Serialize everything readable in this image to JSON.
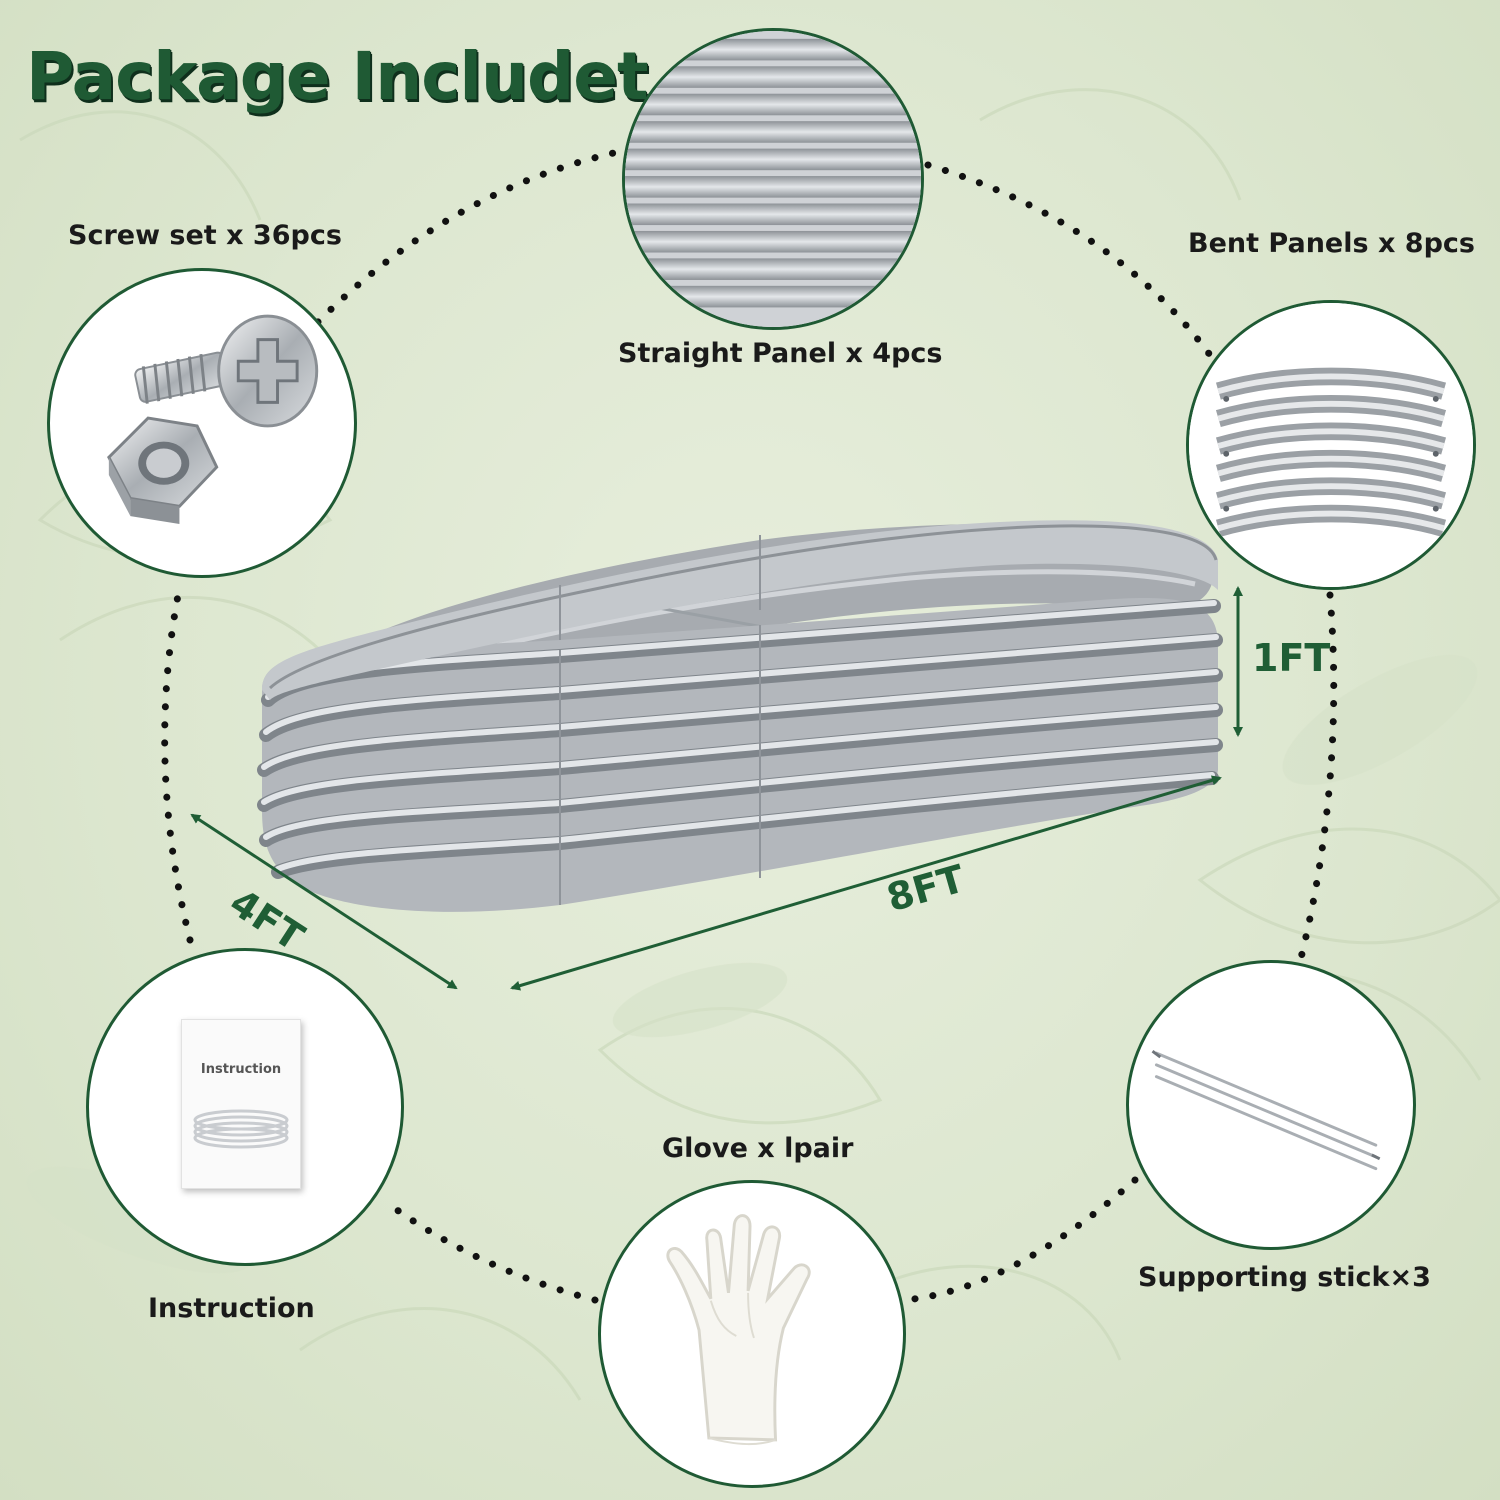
{
  "title": "Package Includet",
  "items": {
    "screw_set": "Screw set x 36pcs",
    "straight_panel": "Straight Panel x 4pcs",
    "bent_panels": "Bent Panels x 8pcs",
    "instruction": "Instruction",
    "glove": "Glove x lpair",
    "supporting_stick": "Supporting stick×3"
  },
  "instruction_booklet_title": "Instruction",
  "dimensions": {
    "width": "4FT",
    "length": "8FT",
    "height": "1FT"
  },
  "colors": {
    "title_green": "#1f5a34",
    "circle_border": "#1f5a34",
    "dimension_green": "#1f5e35",
    "background": "#dfe8d2",
    "metal": "#b8bcc0"
  },
  "icons": [
    "screw-icon",
    "hex-nut-icon",
    "glove-icon",
    "support-stick-icon",
    "booklet-icon"
  ]
}
